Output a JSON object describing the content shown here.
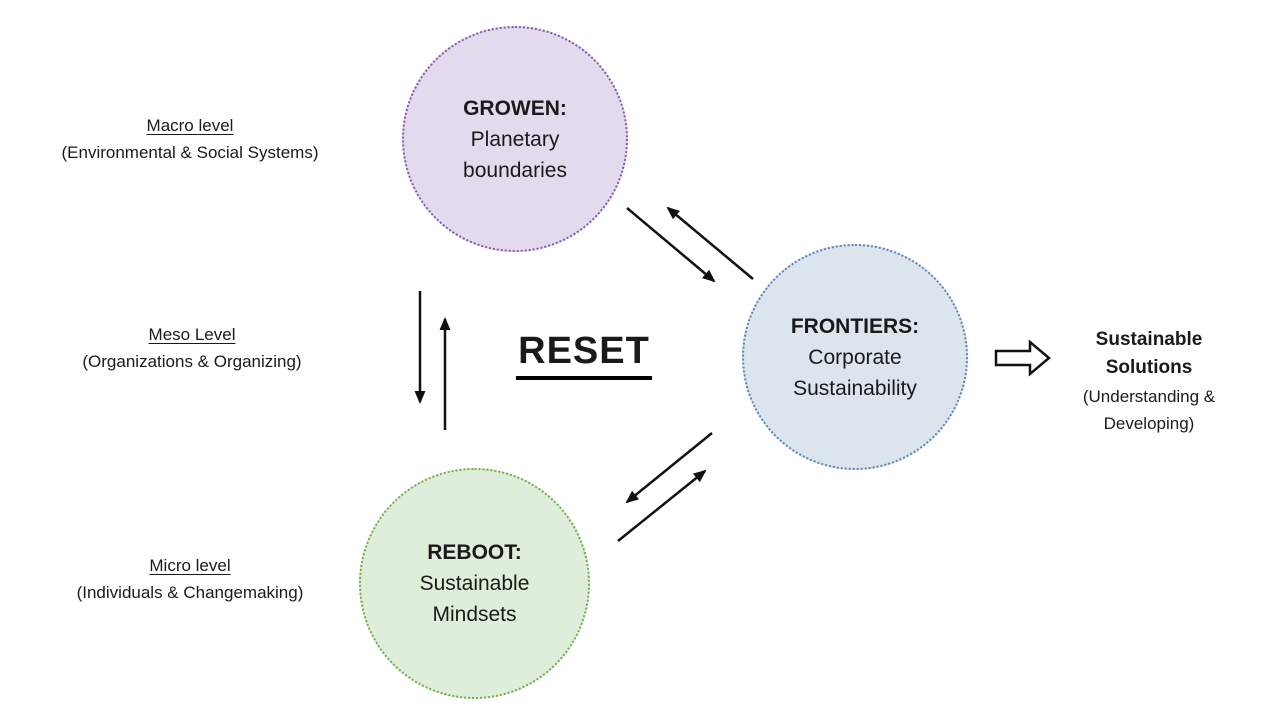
{
  "center_label": "RESET",
  "circles": [
    {
      "id": "growen",
      "title": "GROWEN:",
      "subtitle": "Planetary boundaries",
      "fill": "#E4DAEE",
      "border": "#8757AD"
    },
    {
      "id": "frontiers",
      "title": "FRONTIERS:",
      "subtitle": "Corporate Sustainability",
      "fill": "#DCE4ED",
      "border": "#5B84B8"
    },
    {
      "id": "reboot",
      "title": "REBOOT:",
      "subtitle": "Sustainable Mindsets",
      "fill": "#DFEEDA",
      "border": "#70AD47"
    }
  ],
  "levels": [
    {
      "label": "Macro level",
      "detail": "(Environmental & Social Systems)"
    },
    {
      "label": "Meso Level",
      "detail": "(Organizations & Organizing)"
    },
    {
      "label": "Micro level",
      "detail": "(Individuals & Changemaking)"
    }
  ],
  "outcome": {
    "title": "Sustainable Solutions",
    "detail": "(Understanding & Developing)"
  },
  "connections": [
    {
      "from": "growen",
      "to": "frontiers",
      "bidirectional": true
    },
    {
      "from": "growen",
      "to": "reboot",
      "bidirectional": true
    },
    {
      "from": "reboot",
      "to": "frontiers",
      "bidirectional": true
    },
    {
      "from": "frontiers",
      "to": "sustainable-solutions",
      "bidirectional": false
    }
  ],
  "arrow_color": "#111111"
}
